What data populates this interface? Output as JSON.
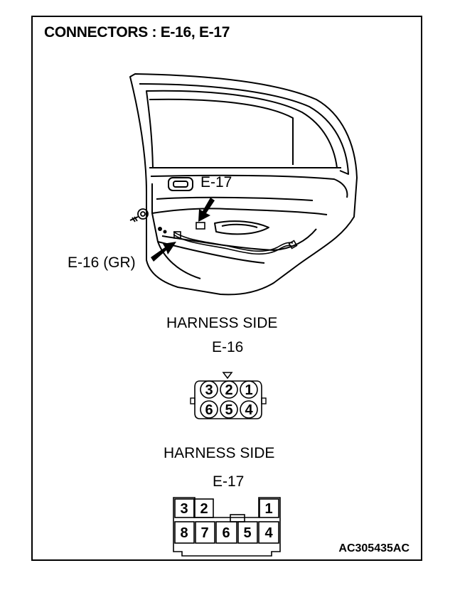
{
  "title": "CONNECTORS : E-16, E-17",
  "door": {
    "label_e17": "E-17",
    "label_e16": "E-16 (GR)"
  },
  "connector_e16": {
    "side_label": "HARNESS SIDE",
    "name": "E-16",
    "pins_top": [
      "3",
      "2",
      "1"
    ],
    "pins_bottom": [
      "6",
      "5",
      "4"
    ]
  },
  "connector_e17": {
    "side_label": "HARNESS SIDE",
    "name": "E-17",
    "pins_top": [
      "3",
      "2",
      "1"
    ],
    "pins_bottom": [
      "8",
      "7",
      "6",
      "5",
      "4"
    ]
  },
  "reference_code": "AC305435AC"
}
